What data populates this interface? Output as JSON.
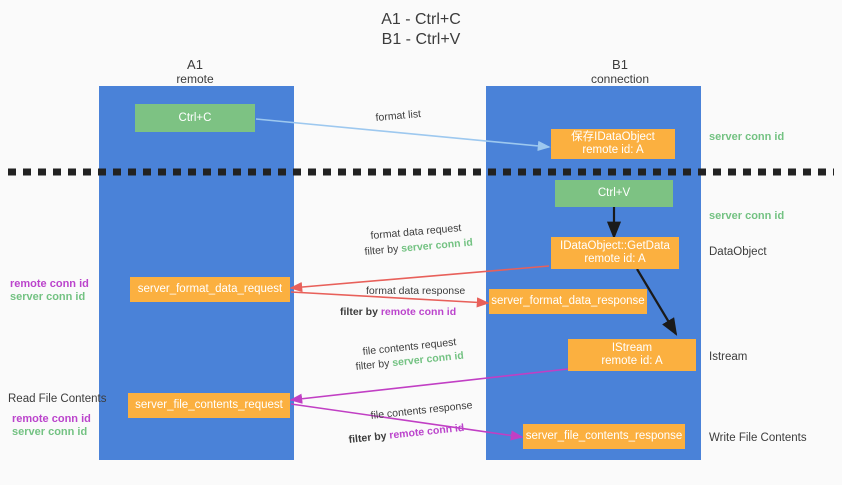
{
  "title": {
    "line1": "A1 - Ctrl+C",
    "line2": "B1 - Ctrl+V"
  },
  "columns": [
    {
      "name": "A1",
      "sub": "remote"
    },
    {
      "name": "B1",
      "sub": "connection"
    }
  ],
  "boxes": {
    "ctrl_c": "Ctrl+C",
    "ctrl_v": "Ctrl+V",
    "save_idataobject_l1": "保存IDataObject",
    "save_idataobject_l2": "remote id: A",
    "getdata_l1": "IDataObject::GetData",
    "getdata_l2": "remote id: A",
    "istream_l1": "IStream",
    "istream_l2": "remote id: A",
    "server_format_data_request": "server_format_data_request",
    "server_format_data_response": "server_format_data_response",
    "server_file_contents_request": "server_file_contents_request",
    "server_file_contents_response": "server_file_contents_response"
  },
  "right_labels": {
    "server_conn_id_top": "server conn id",
    "server_conn_id_mid": "server conn id",
    "dataobject": "DataObject",
    "istream": "Istream",
    "write_file_contents": "Write File Contents"
  },
  "left_labels": {
    "remote_conn_id_1": "remote conn id",
    "server_conn_id_1": "server conn id",
    "read_file_contents": "Read File Contents",
    "remote_conn_id_2": "remote conn id",
    "server_conn_id_2": "server conn id"
  },
  "captions": {
    "format_list": "format list",
    "format_data_request": "format data request",
    "format_data_request_filter_pre": "filter by ",
    "format_data_request_filter_key": "server conn id",
    "format_data_response": "format data response",
    "format_data_response_filter_pre": "filter by ",
    "format_data_response_filter_key": "remote conn id",
    "file_contents_request": "file contents request",
    "file_contents_request_filter_pre": "filter by ",
    "file_contents_request_filter_key": "server conn id",
    "file_contents_response": "file contents response",
    "file_contents_response_filter_pre": "filter by ",
    "file_contents_response_filter_key": "remote conn id"
  },
  "colors": {
    "lane": "#4a82d8",
    "green_box": "#7dc283",
    "orange_box": "#fbb040",
    "red_arrow": "#e8605a",
    "magenta_arrow": "#c13fc4",
    "blue_arrow": "#9dc8ef",
    "black_arrow": "#1a1a1a",
    "green_text": "#73c282",
    "purple_text": "#bb44cc",
    "background": "#fafafa"
  }
}
